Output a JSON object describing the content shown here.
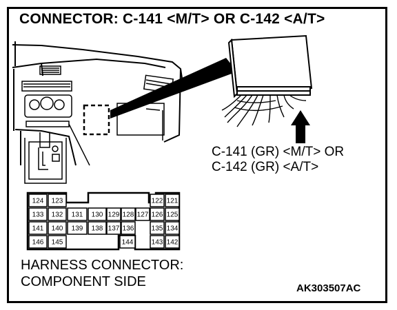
{
  "title": "CONNECTOR: C-141 <M/T> OR C-142 <A/T>",
  "callout": {
    "line1": "C-141 (GR) <M/T> OR",
    "line2": "C-142 (GR) <A/T>"
  },
  "footer": {
    "line1": "HARNESS CONNECTOR:",
    "line2": "COMPONENT SIDE"
  },
  "figure_code": "AK303507AC",
  "connector": {
    "pins": [
      "124",
      "123",
      "122",
      "121",
      "133",
      "132",
      "131",
      "130",
      "129",
      "128",
      "127",
      "126",
      "125",
      "141",
      "140",
      "139",
      "138",
      "137",
      "136",
      "135",
      "134",
      "146",
      "145",
      "144",
      "143",
      "142"
    ]
  }
}
